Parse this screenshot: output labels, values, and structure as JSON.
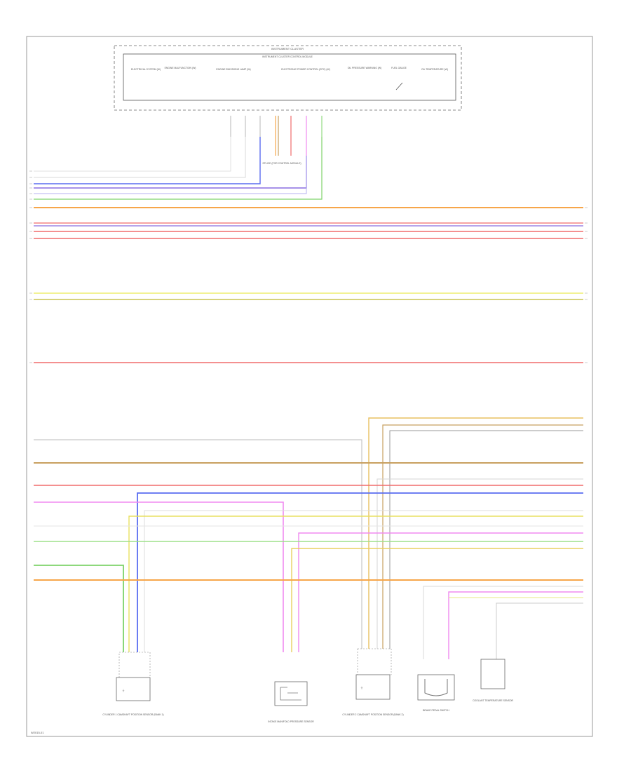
{
  "diagram": {
    "cluster_title": "INSTRUMENT CLUSTER",
    "module_title": "INSTRUMENT CLUSTER CONTROL MODULE",
    "indicators": [
      "ELECTRICAL SYSTEM (W)",
      "ENGINE MALFUNCTION (W)",
      "ENGINE EMISSIONS LAMP (W)",
      "ELECTRONIC POWER CONTROL (EPC) (W)",
      "OIL PRESSURE WARNING (W)",
      "FUEL GAUGE",
      "OIL TEMPERATURE (W)"
    ],
    "splice_label": "SPLICE (FOR CONTROL MODULE)",
    "page_code": "W2015-01",
    "components": [
      "CYLINDER 1 CAMSHAFT POSITION SENSOR (BANK 1)",
      "INTAKE MANIFOLD PRESSURE SENSOR",
      "CYLINDER 2 CAMSHAFT POSITION SENSOR (BANK 2)",
      "BRAKE PEDAL SWITCH",
      "COOLANT TEMPERATURE SENSOR"
    ],
    "wire_colors": {
      "WHT": "#e8e8e8",
      "ORN": "#f7a64a",
      "RED": "#f06b6b",
      "VIO": "#8a6de0",
      "BLU": "#5a6df0",
      "GRN": "#7ed36a",
      "YEL": "#e8e85a",
      "BRN": "#c8a060",
      "PNK": "#f08af0",
      "GRY": "#b8b8b8",
      "BLK": "#444444"
    }
  }
}
